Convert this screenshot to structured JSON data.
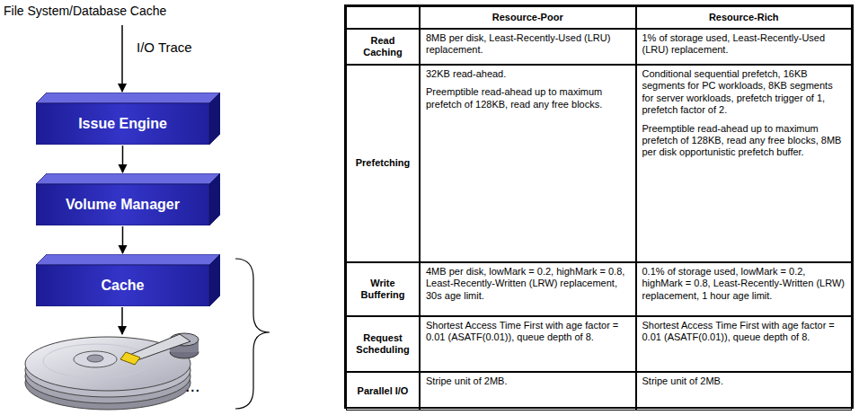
{
  "diagram": {
    "nodes": [
      {
        "text": [
          "Issue Engine"
        ]
      },
      {
        "text": [
          "Volume Manager"
        ]
      },
      {
        "text": [
          "Cache"
        ]
      }
    ],
    "edges": [
      {
        "from": 0,
        "to": 1,
        "arrow": "to"
      },
      {
        "from": 1,
        "to": 2,
        "arrow": "to"
      }
    ],
    "labels": [
      "File System/Database Cache",
      "I/O Trace",
      "...",
      "Resource-Poor",
      "Resource-Rich",
      "Read Caching",
      "8MB per disk, Least-Recently-Used (LRU) replacement.",
      "1% of storage used, Least-Recently-Used (LRU) replacement.",
      "Prefetching",
      "32KB read-ahead.",
      "Preemptible read-ahead up to maximum prefetch of 128KB, read any free blocks.",
      "Conditional sequential prefetch, 16KB segments for PC workloads, 8KB segments for server workloads, prefetch trigger of 1, prefetch factor of 2.",
      "Preemptible read-ahead up to maximum prefetch of 128KB, read any free blocks, 8MB per disk opportunistic prefetch buffer.",
      "Write Buffering",
      "4MB per disk, lowMark = 0.2, highMark = 0.8, Least-Recently-Written (LRW) replacement, 30s age limit.",
      "0.1% of storage used, lowMark = 0.2, highMark = 0.8, Least-Recently-Written (LRW) replacement, 1 hour age limit.",
      "Request Scheduling",
      "Shortest Access Time First with age factor = 0.01 (ASATF(0.01)), queue depth of 8.",
      "Shortest Access Time First with age factor = 0.01 (ASATF(0.01)), queue depth of 8.",
      "Parallel I/O",
      "Stripe unit of 2MB.",
      "Stripe unit of 2MB."
    ]
  }
}
